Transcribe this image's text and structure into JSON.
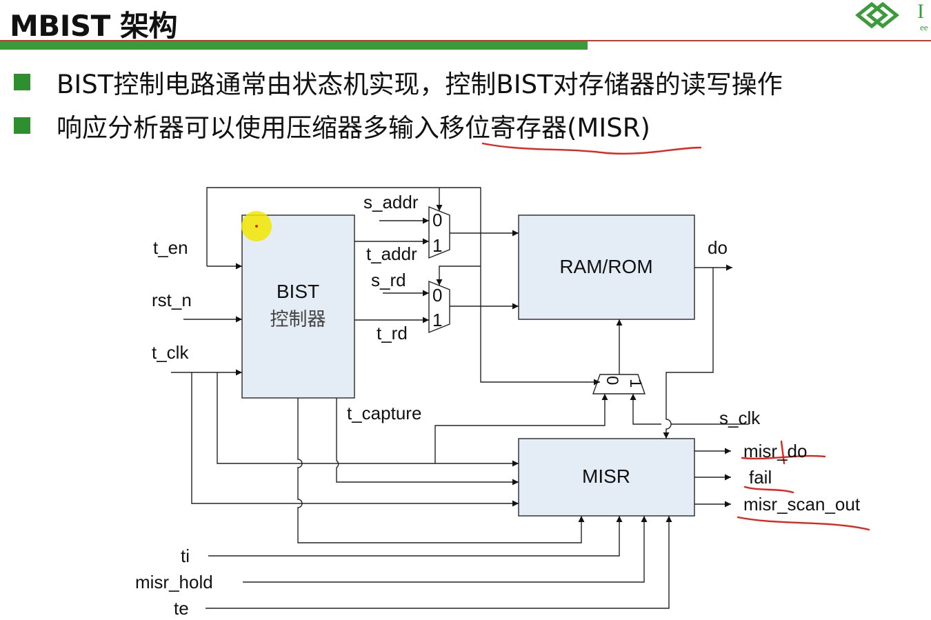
{
  "slide": {
    "title": "MBIST 架构",
    "bullets": [
      "BIST控制电路通常由状态机实现，控制BIST对存储器的读写操作",
      "响应分析器可以使用压缩器多输入移位寄存器(MISR)"
    ]
  },
  "logo": {
    "partial_text": "I",
    "partial_sub": "ee"
  },
  "diagram": {
    "blocks": {
      "controller_line1": "BIST",
      "controller_line2": "控制器",
      "ram": "RAM/ROM",
      "misr": "MISR"
    },
    "signals": {
      "t_en": "t_en",
      "rst_n": "rst_n",
      "t_clk": "t_clk",
      "s_addr": "s_addr",
      "t_addr": "t_addr",
      "s_rd": "s_rd",
      "t_rd": "t_rd",
      "do": "do",
      "t_capture": "t_capture",
      "s_clk": "s_clk",
      "misr_do": "misr_do",
      "fail": "fail",
      "misr_scan_out": "misr_scan_out",
      "ti": "ti",
      "misr_hold": "misr_hold",
      "te": "te"
    },
    "mux_labels": {
      "zero": "0",
      "one": "1"
    }
  },
  "colors": {
    "accent_green": "#3b9b3b",
    "rule_red": "#c0392b",
    "block_fill": "#e4ecf6",
    "annotation_red": "#e0241b",
    "pointer_yellow": "#f2e600"
  }
}
